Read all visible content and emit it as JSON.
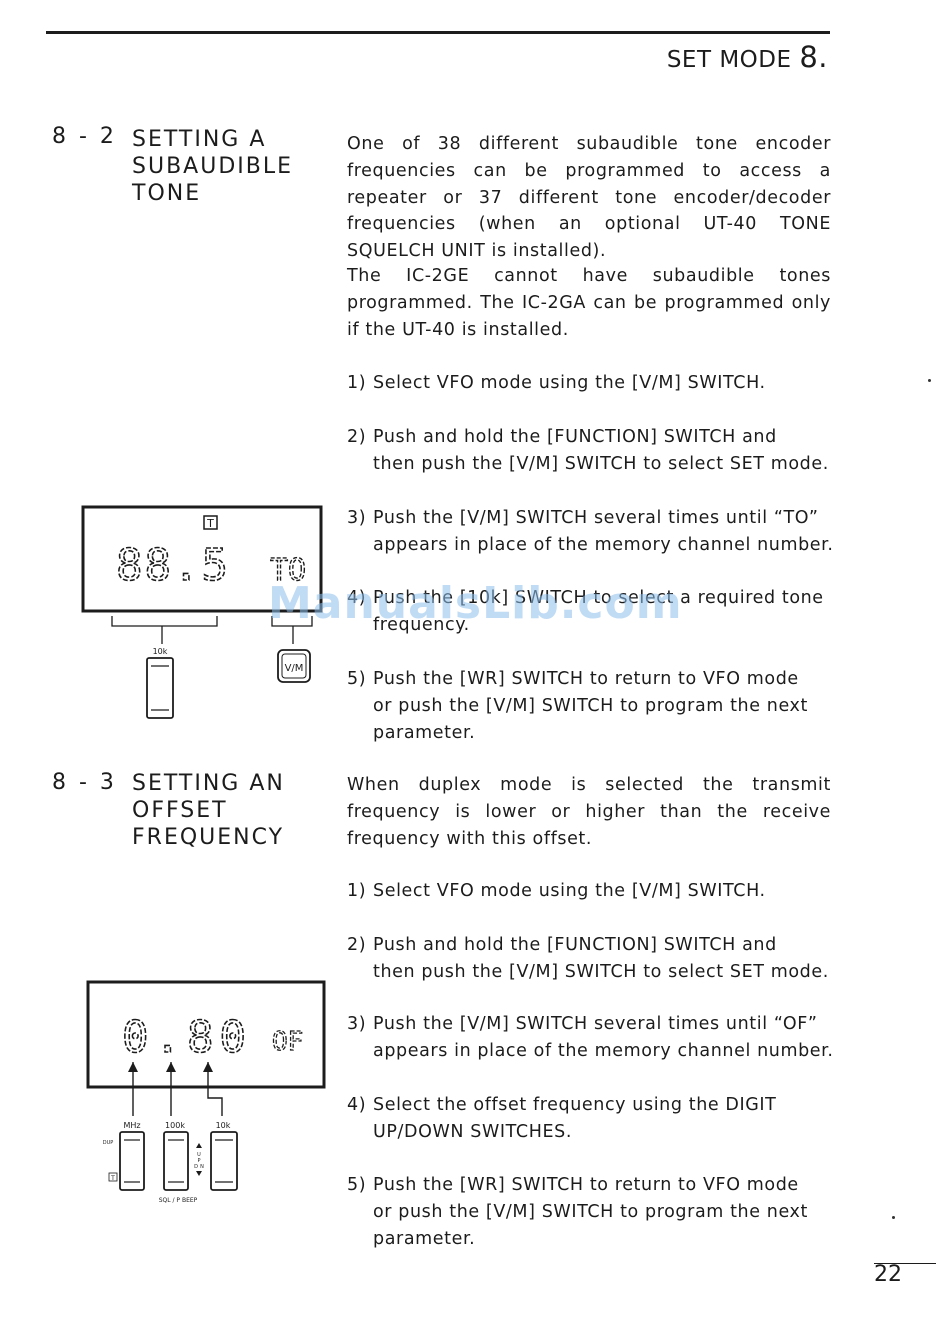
{
  "header": {
    "prefix": "SET MODE",
    "chapter": "8."
  },
  "section_8_2": {
    "number": "8 - 2",
    "title": [
      "SETTING A",
      "SUBAUDIBLE",
      "TONE"
    ],
    "paragraphs": [
      "One of 38 different subaudible tone encoder frequencies can be programmed to access a repeater or 37 different tone encoder/decoder frequencies (when an optional UT-40 TONE SQUELCH UNIT is installed).",
      "The IC-2GE cannot have subaudible tones programmed.  The IC-2GA can be programmed only if the UT-40 is installed."
    ],
    "steps": [
      {
        "num": "1)",
        "line1": "Select VFO mode using the [V/M] SWITCH.",
        "line2": ""
      },
      {
        "num": "2)",
        "line1": "Push and hold the [FUNCTION] SWITCH and",
        "line2": "then push the [V/M] SWITCH to select SET mode."
      },
      {
        "num": "3)",
        "line1": "Push the [V/M] SWITCH several times until “TO”",
        "line2": "appears in place of the memory channel number."
      },
      {
        "num": "4)",
        "line1": "Push the [10k] SWITCH to select a required tone",
        "line2": "frequency."
      },
      {
        "num": "5)",
        "line1": "Push the [WR] SWITCH to return to VFO mode",
        "line2": "or push the [V/M] SWITCH to program the next",
        "line3": "parameter."
      }
    ],
    "diagram": {
      "indicator": "T",
      "main_digits": "88.5",
      "mode_digits": "TO",
      "button_10k_label": "10k",
      "button_vm_label": "V/M"
    }
  },
  "section_8_3": {
    "number": "8 - 3",
    "title": [
      "SETTING AN",
      "OFFSET",
      "FREQUENCY"
    ],
    "paragraphs": [
      "When duplex mode is selected the transmit frequency is lower or higher than the receive frequency with this offset."
    ],
    "steps": [
      {
        "num": "1)",
        "line1": "Select VFO mode using the [V/M] SWITCH.",
        "line2": ""
      },
      {
        "num": "2)",
        "line1": "Push and hold the [FUNCTION] SWITCH and",
        "line2": "then push the [V/M] SWITCH to select SET mode."
      },
      {
        "num": "3)",
        "line1": "Push the [V/M] SWITCH several times until “OF”",
        "line2": "appears in place of the memory channel number."
      },
      {
        "num": "4)",
        "line1": "Select the offset frequency using the DIGIT",
        "line2": "UP/DOWN SWITCHES."
      },
      {
        "num": "5)",
        "line1": "Push the [WR] SWITCH to return to VFO mode",
        "line2": "or push the [V/M] SWITCH to program the next",
        "line3": "parameter."
      }
    ],
    "diagram": {
      "main_digits": "0.80",
      "mode_digits": "OF",
      "label_mhz": "MHz",
      "label_100k": "100k",
      "label_10k": "10k",
      "label_dup": "DUP",
      "label_t": "T",
      "label_updn": [
        "U",
        "P",
        "D",
        "N"
      ],
      "label_sql_beep": "SQL / P BEEP"
    }
  },
  "watermark": "ManualsLib.com",
  "page_number": "22"
}
